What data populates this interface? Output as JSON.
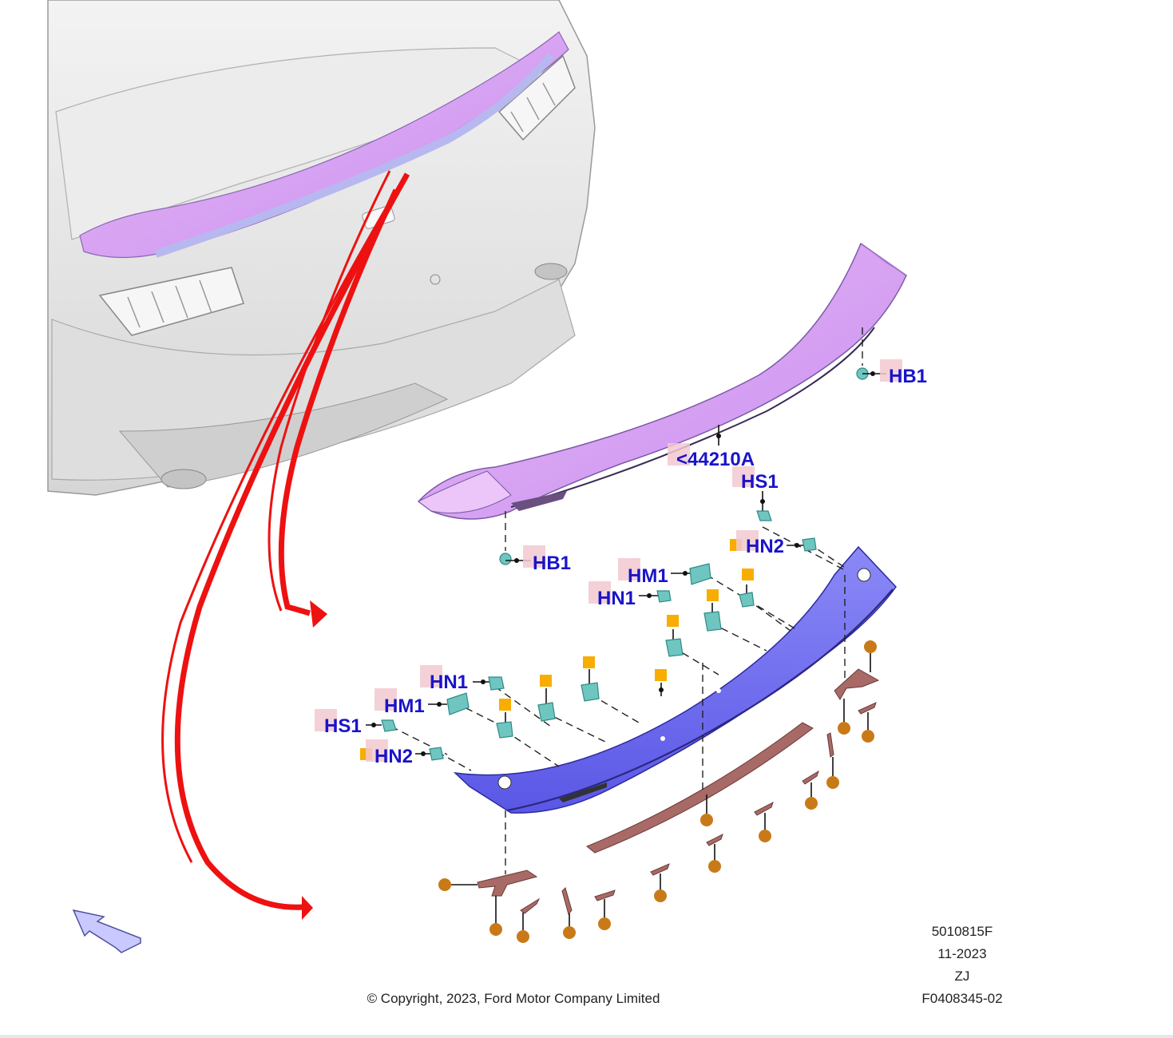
{
  "callouts": {
    "hb1_right": "HB1",
    "part_number": "<44210A",
    "hs1_top": "HS1",
    "hn2_right": "HN2",
    "hb1_left": "HB1",
    "hm1_upper": "HM1",
    "hn1_upper": "HN1",
    "hn1_lower": "HN1",
    "hm1_lower": "HM1",
    "hs1_lower": "HS1",
    "hn2_lower": "HN2"
  },
  "footer": {
    "copyright": "© Copyright, 2023, Ford Motor Company Limited",
    "illustration_number": "5010815F",
    "date": "11-2023",
    "code": "ZJ",
    "figure_id": "F0408345-02"
  },
  "colors": {
    "spoiler": "#d79cf2",
    "reinforcement": "#6f6cf0",
    "fastener": "#6fc6c0",
    "callout_text": "#1a14c8",
    "callout_highlight": "#f2c9d0",
    "marker_square": "#f8ad00",
    "nut": "#c97a18",
    "leader_arrow": "#ee1111",
    "trim_strip": "#a86a66"
  },
  "icons": {
    "direction_arrow": "front-direction-arrow-icon",
    "nut": "nut-icon",
    "clip": "clip-fastener-icon",
    "marker": "orange-square-marker-icon"
  }
}
